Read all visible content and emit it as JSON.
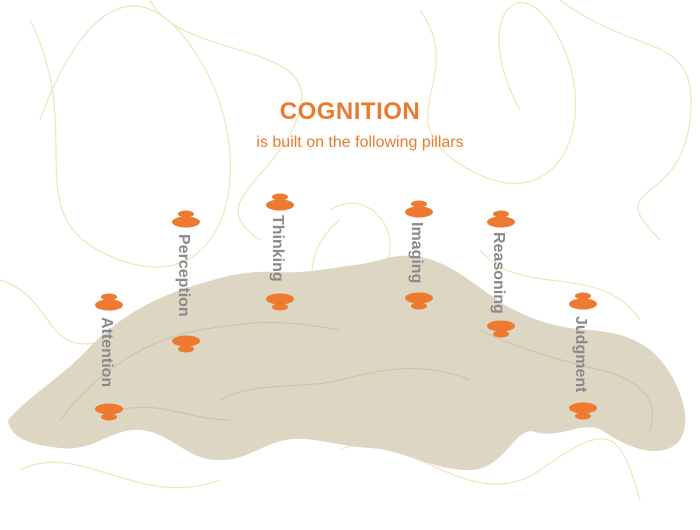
{
  "title": "COGNITION",
  "subtitle": "is built on the following pillars",
  "pillars": [
    {
      "label": "Attention"
    },
    {
      "label": "Perception"
    },
    {
      "label": "Thinking"
    },
    {
      "label": "Imaging"
    },
    {
      "label": "Reasoning"
    },
    {
      "label": "Judgment"
    }
  ],
  "colors": {
    "accent": "#ee7a2f",
    "label": "#8a8a8a",
    "landmass": "#dcd6c3",
    "landmass_outline": "#cbc3a8",
    "doodle": "#ece6b8"
  }
}
